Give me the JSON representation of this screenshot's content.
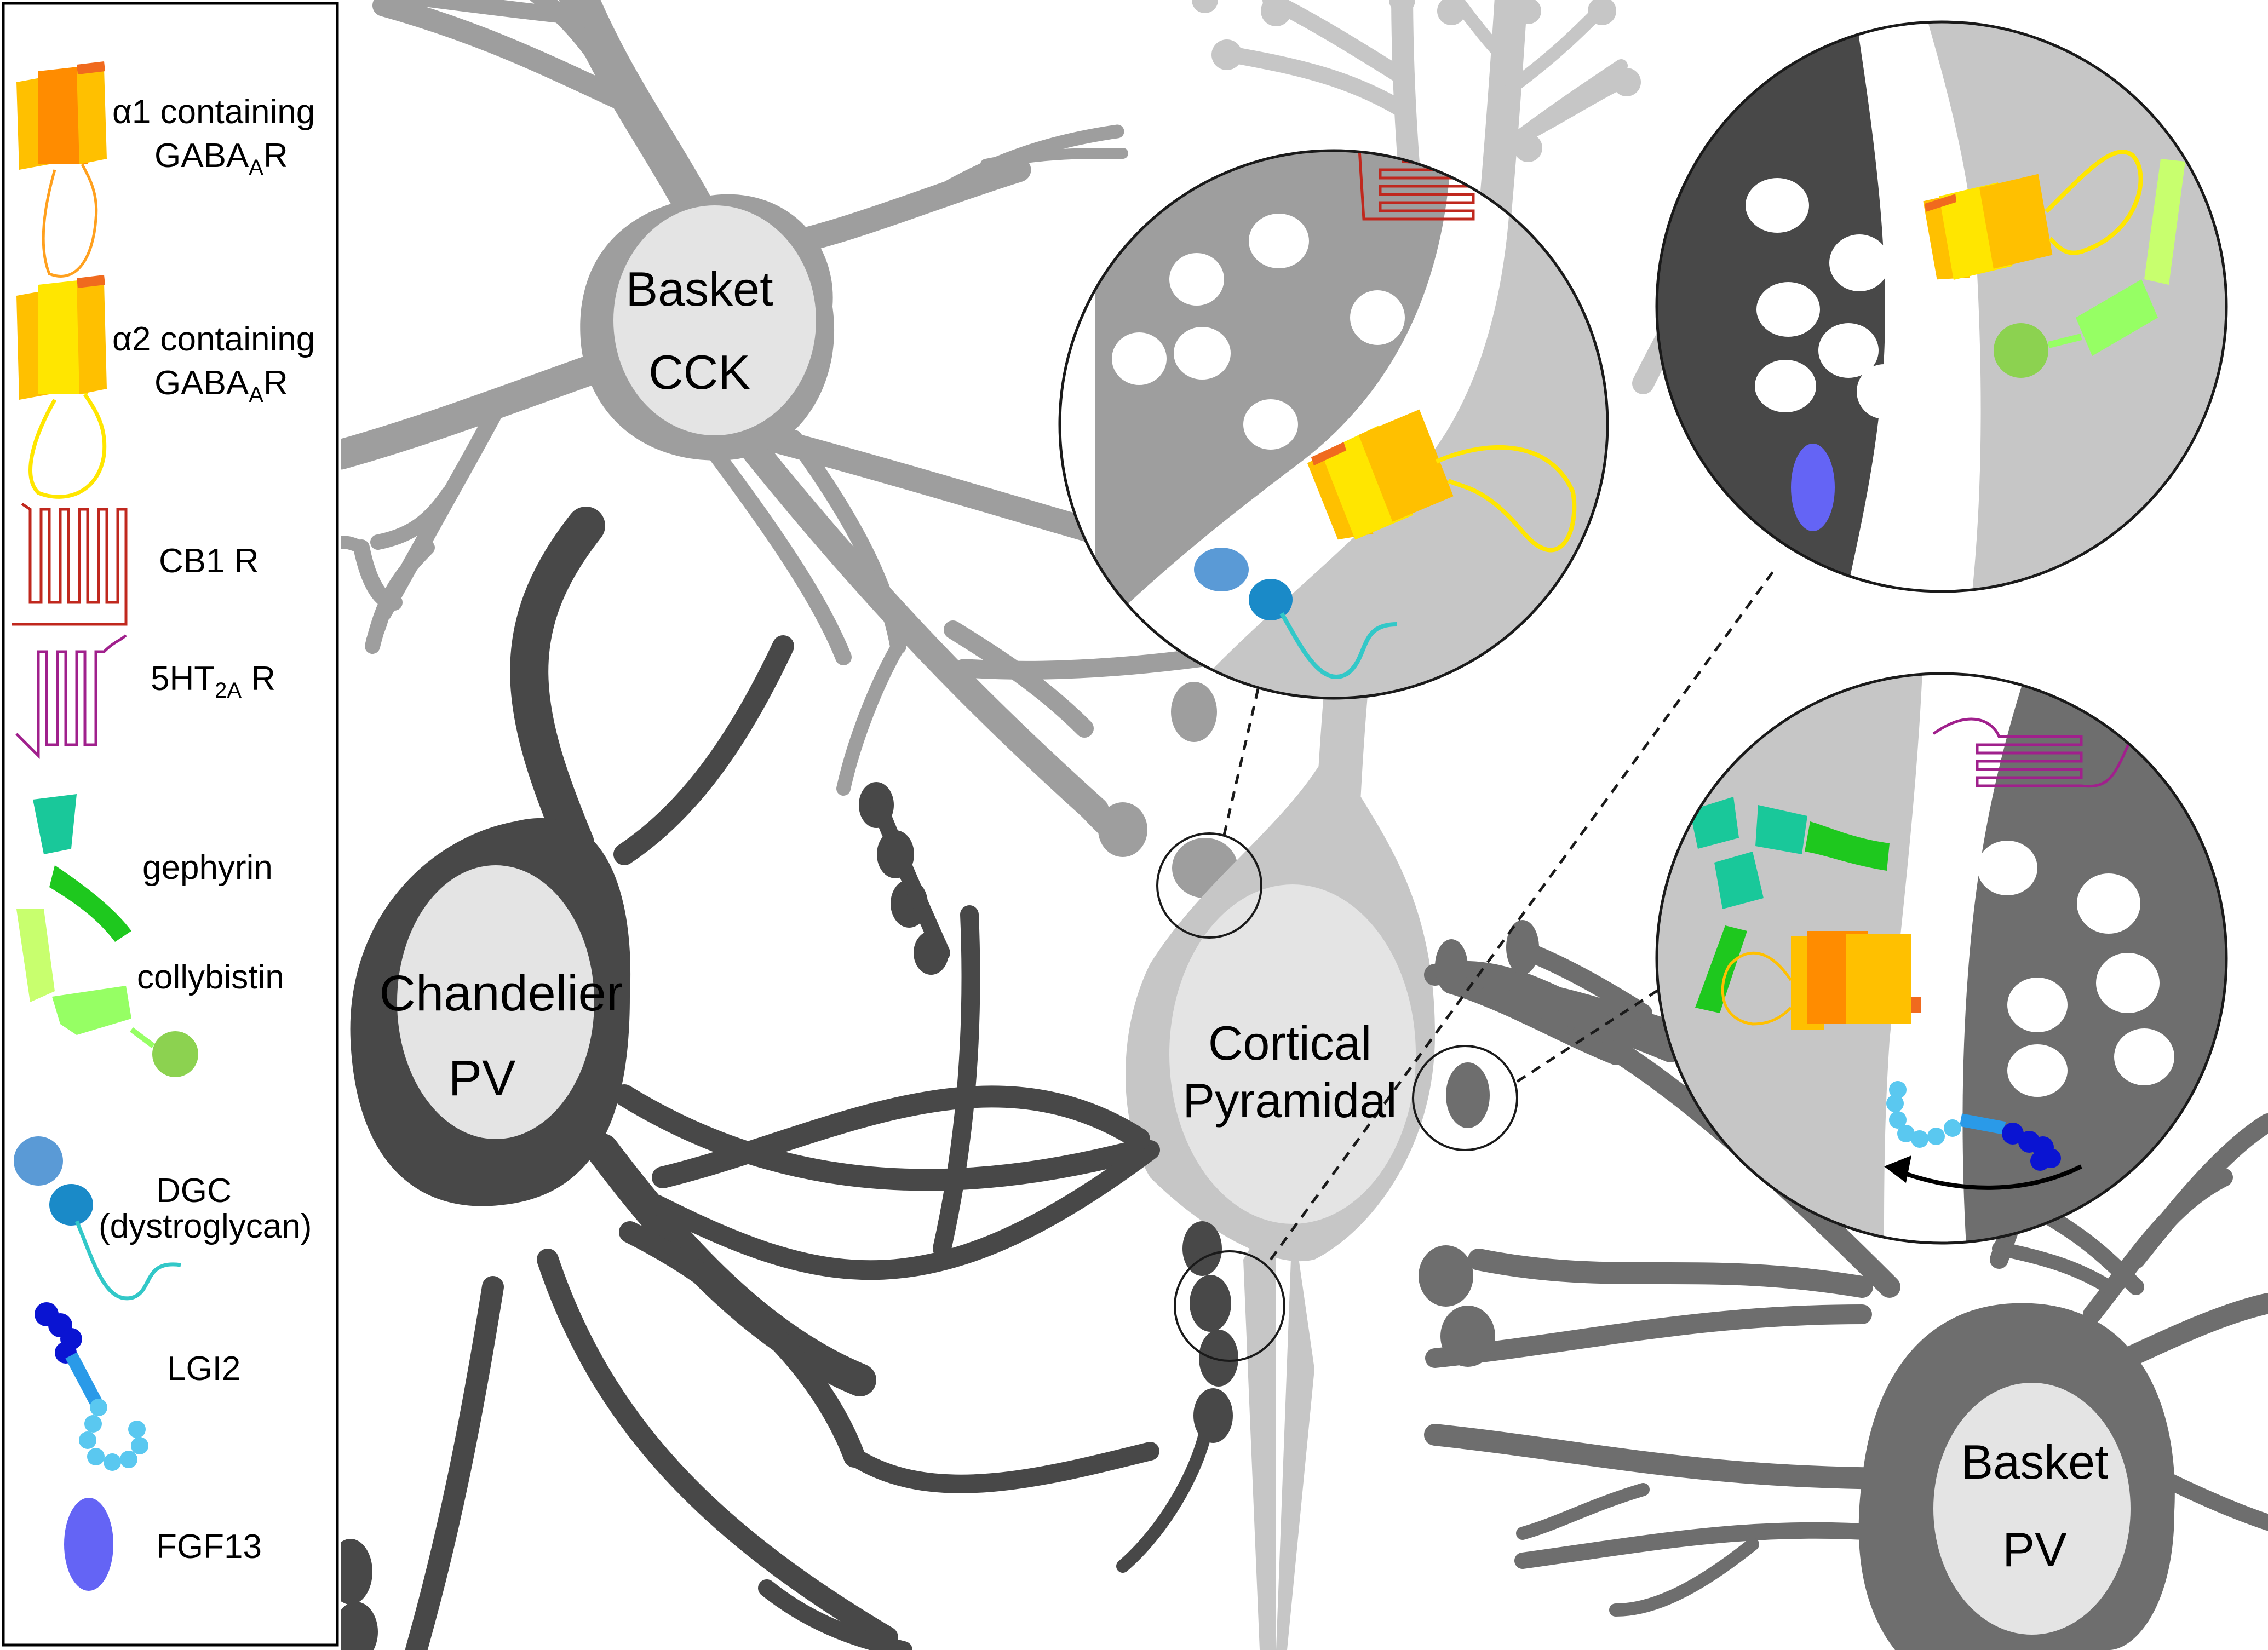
{
  "legend": {
    "items": [
      {
        "label_line1": "α1 containing",
        "label_line2": "GABA",
        "sub2": "A",
        "tail2": "R"
      },
      {
        "label_line1": "α2 containing",
        "label_line2": "GABA",
        "sub2": "A",
        "tail2": "R"
      },
      {
        "label": "CB1 R"
      },
      {
        "label_main": "5HT",
        "label_sub": "2A",
        "label_tail": " R"
      },
      {
        "label": "gephyrin"
      },
      {
        "label": "collybistin"
      },
      {
        "label_line1": "DGC",
        "label_line2": "(dystroglycan)"
      },
      {
        "label": "LGI2"
      },
      {
        "label": "FGF13"
      }
    ]
  },
  "cells": {
    "basket_cck": {
      "line1": "Basket",
      "line2": "CCK"
    },
    "chandelier_pv": {
      "line1": "Chandelier",
      "line2": "PV"
    },
    "cortical_pyramidal": {
      "line1": "Cortical",
      "line2": "Pyramidal"
    },
    "basket_pv": {
      "line1": "Basket",
      "line2": "PV"
    }
  },
  "colors": {
    "cck_neuron": "#9e9e9e",
    "pyramidal_neuron": "#c6c6c6",
    "chandelier_neuron": "#484848",
    "basket_pv_neuron": "#6e6e6e",
    "gaba_a1_core": "#ff8c00",
    "gaba_a2_core": "#ffe600",
    "gaba_outer": "#ffc000",
    "cb1r": "#c0281e",
    "5ht2ar": "#a0208c",
    "gephyrin_dark": "#1ec81e",
    "gephyrin_teal": "#19c89a",
    "collybistin_light": "#c8ff6e",
    "collybistin_mid": "#96ff64",
    "collybistin_ball": "#8cd250",
    "dgc_light": "#5a9ad6",
    "dgc_dark": "#1a8ac8",
    "dgc_tail": "#32c8c8",
    "lgi2_dark": "#0a14d2",
    "lgi2_light": "#5ac8f0",
    "fgf13": "#6464f5"
  }
}
